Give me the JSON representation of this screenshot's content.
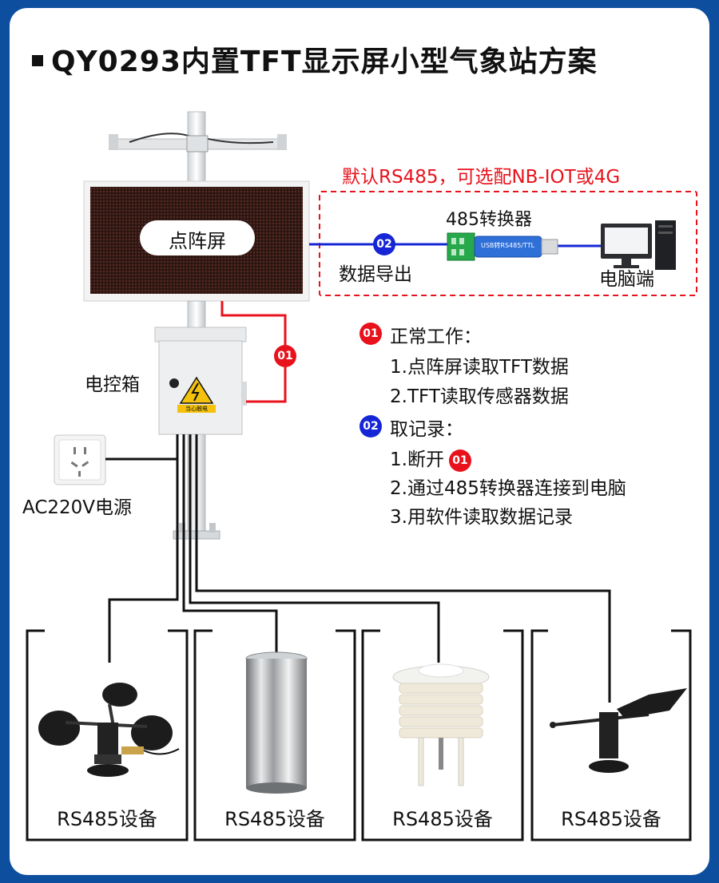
{
  "title": "QY0293内置TFT显示屏小型气象站方案",
  "option_note": "默认RS485，可选配NB-IOT或4G",
  "display_label": "点阵屏",
  "converter_label": "485转换器",
  "converter_text": "USB转RS485/TTL",
  "export_label": "数据导出",
  "pc_label": "电脑端",
  "control_box_label": "电控箱",
  "power_label": "AC220V电源",
  "warning_text": "当心触电",
  "badge_01": "01",
  "badge_02": "02",
  "notes": {
    "normal_title": "正常工作：",
    "normal_items": [
      "1.点阵屏读取TFT数据",
      "2.TFT读取传感器数据"
    ],
    "record_title": "取记录：",
    "record_item1_prefix": "1.断开",
    "record_items_rest": [
      "2.通过485转换器连接到电脑",
      "3.用软件读取数据记录"
    ]
  },
  "sensors": [
    {
      "name": "anemometer",
      "label": "RS485设备"
    },
    {
      "name": "rain-gauge",
      "label": "RS485设备"
    },
    {
      "name": "louver-box",
      "label": "RS485设备"
    },
    {
      "name": "wind-vane",
      "label": "RS485设备"
    }
  ],
  "colors": {
    "frame": "#0d4f9e",
    "red": "#e8121c",
    "blue": "#1626d6"
  }
}
